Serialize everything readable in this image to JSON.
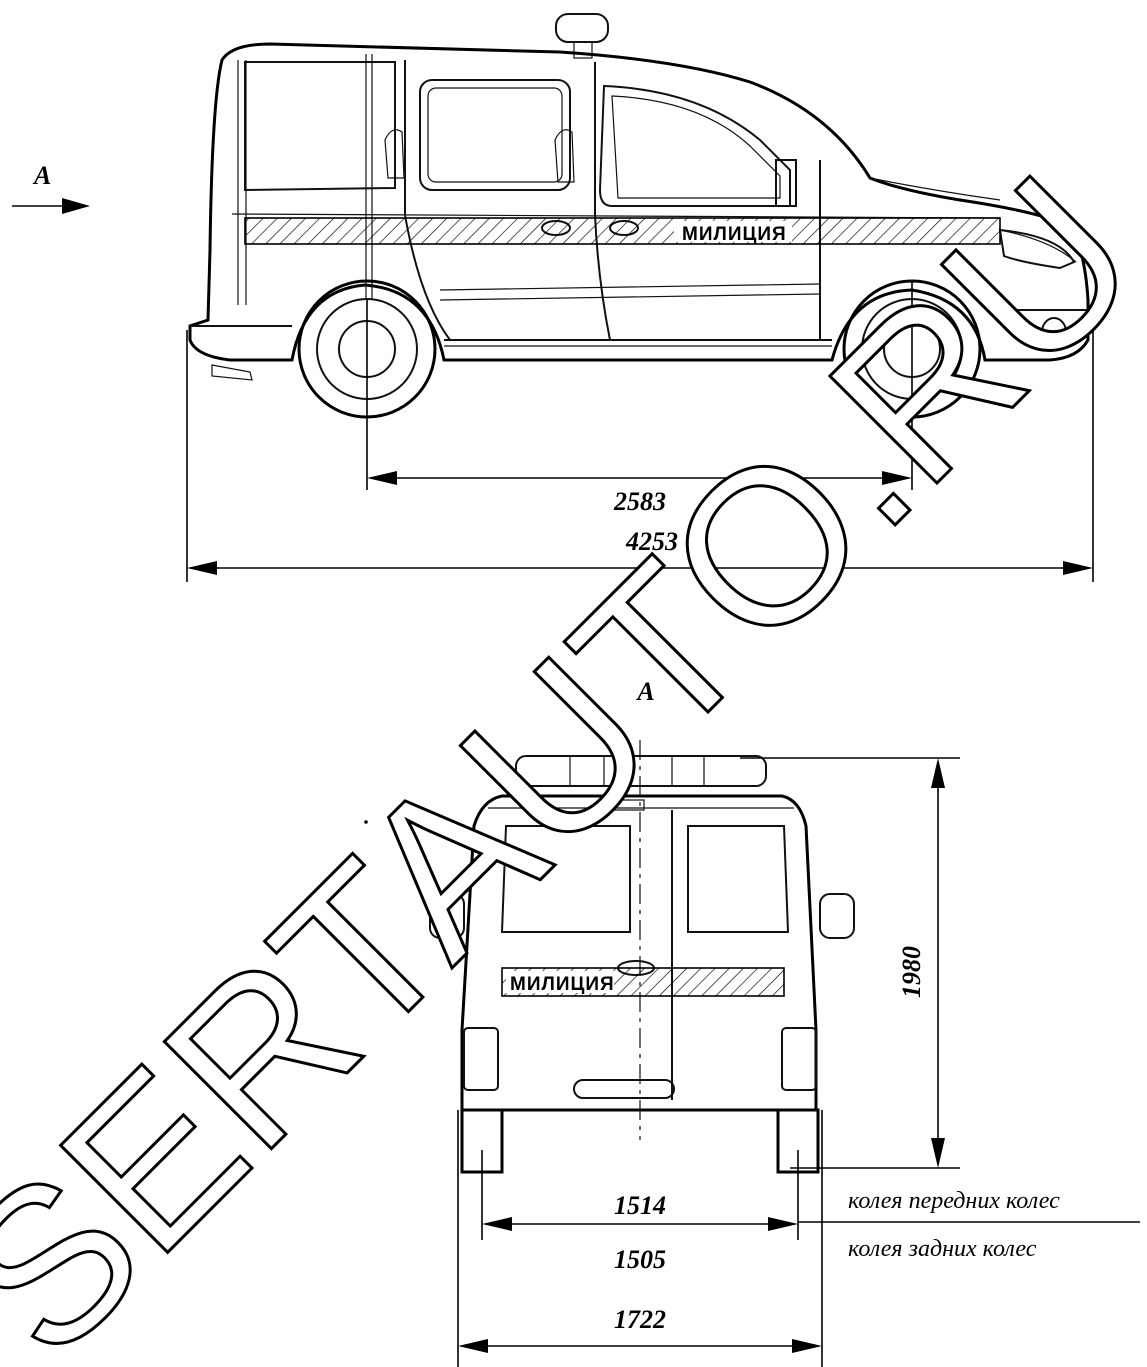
{
  "side_view": {
    "view_marker": "A",
    "stripe_label": "МИЛИЦИЯ",
    "wheelbase": "2583",
    "overall_length": "4253"
  },
  "rear_view": {
    "view_marker": "A",
    "stripe_label": "МИЛИЦИЯ",
    "overall_height": "1980",
    "front_track": "1514",
    "rear_track": "1505",
    "overall_width": "1722",
    "front_track_note": "колея передних колес",
    "rear_track_note": "колея задних колес"
  },
  "watermark": "SERTAUTO.RU"
}
